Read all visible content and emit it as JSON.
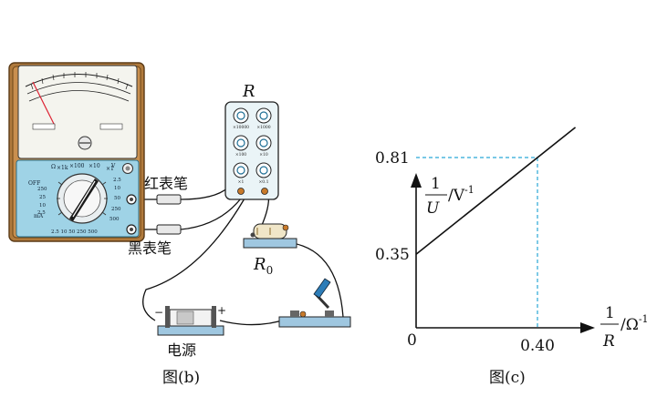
{
  "diagram_b": {
    "multimeter": {
      "mode_labels": [
        "Ω",
        "×1k",
        "×100",
        "×10",
        "×1",
        "OFF",
        "V",
        "mA"
      ],
      "left_scale": [
        "250",
        "25",
        "10",
        "2.5"
      ],
      "right_scale": [
        "2.5",
        "10",
        "50",
        "250",
        "500"
      ],
      "bottom_scale": "2.5 10 50 250 500"
    },
    "resistor_box": {
      "label": "R",
      "dial_labels": [
        "×10000",
        "×1000",
        "×100",
        "×10",
        "×1",
        "×0.1"
      ]
    },
    "red_probe_label": "红表笔",
    "black_probe_label": "黑表笔",
    "r0_label": "R",
    "r0_subscript": "0",
    "battery_label": "电源",
    "battery_minus": "−",
    "battery_plus": "+",
    "caption": "图(b)"
  },
  "graph_c": {
    "y_axis_numerator": "1",
    "y_axis_denominator": "U",
    "y_axis_unit": "/V",
    "y_axis_unit_exp": "-1",
    "x_axis_numerator": "1",
    "x_axis_denominator": "R",
    "x_axis_unit": "/Ω",
    "x_axis_unit_exp": "-1",
    "origin_label": "0",
    "y_tick_labels": [
      "0.81",
      "0.35"
    ],
    "x_tick_labels": [
      "0.40"
    ],
    "caption": "图(c)",
    "line": {
      "intercept": 0.35,
      "point": [
        0.4,
        0.81
      ]
    }
  }
}
